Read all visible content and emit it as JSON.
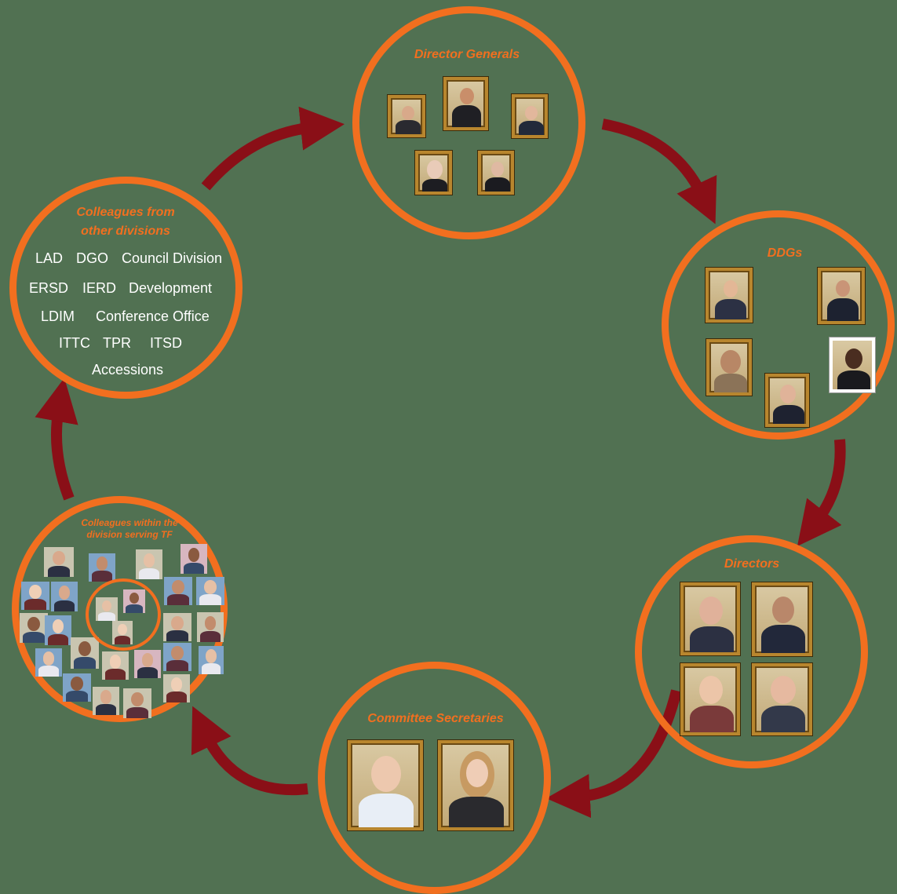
{
  "director_generals": {
    "title": "Director Generals",
    "portraits": [
      "portrait-1",
      "portrait-2",
      "portrait-3",
      "portrait-4",
      "portrait-5"
    ]
  },
  "ddgs": {
    "title": "DDGs",
    "portraits": [
      "portrait-1",
      "portrait-2",
      "portrait-3",
      "portrait-4",
      "portrait-5"
    ]
  },
  "directors": {
    "title": "Directors",
    "portraits": [
      "portrait-1",
      "portrait-2",
      "portrait-3",
      "portrait-4"
    ]
  },
  "committee_secretaries": {
    "title": "Committee Secretaries",
    "portraits": [
      "portrait-1",
      "portrait-2"
    ]
  },
  "within_division": {
    "title_line1": "Colleagues within the",
    "title_line2": "division serving TF"
  },
  "other_divisions": {
    "title_line1": "Colleagues from",
    "title_line2": "other divisions",
    "divisions": [
      "LAD",
      "DGO",
      "Council Division",
      "ERSD",
      "IERD",
      "Development",
      "LDIM",
      "Conference Office",
      "ITTC",
      "TPR",
      "ITSD",
      "Accessions"
    ]
  },
  "colors": {
    "background": "#517152",
    "ring": "#f26f1f",
    "arrow": "#8a0f17",
    "frame_gold": "#b8862e"
  }
}
